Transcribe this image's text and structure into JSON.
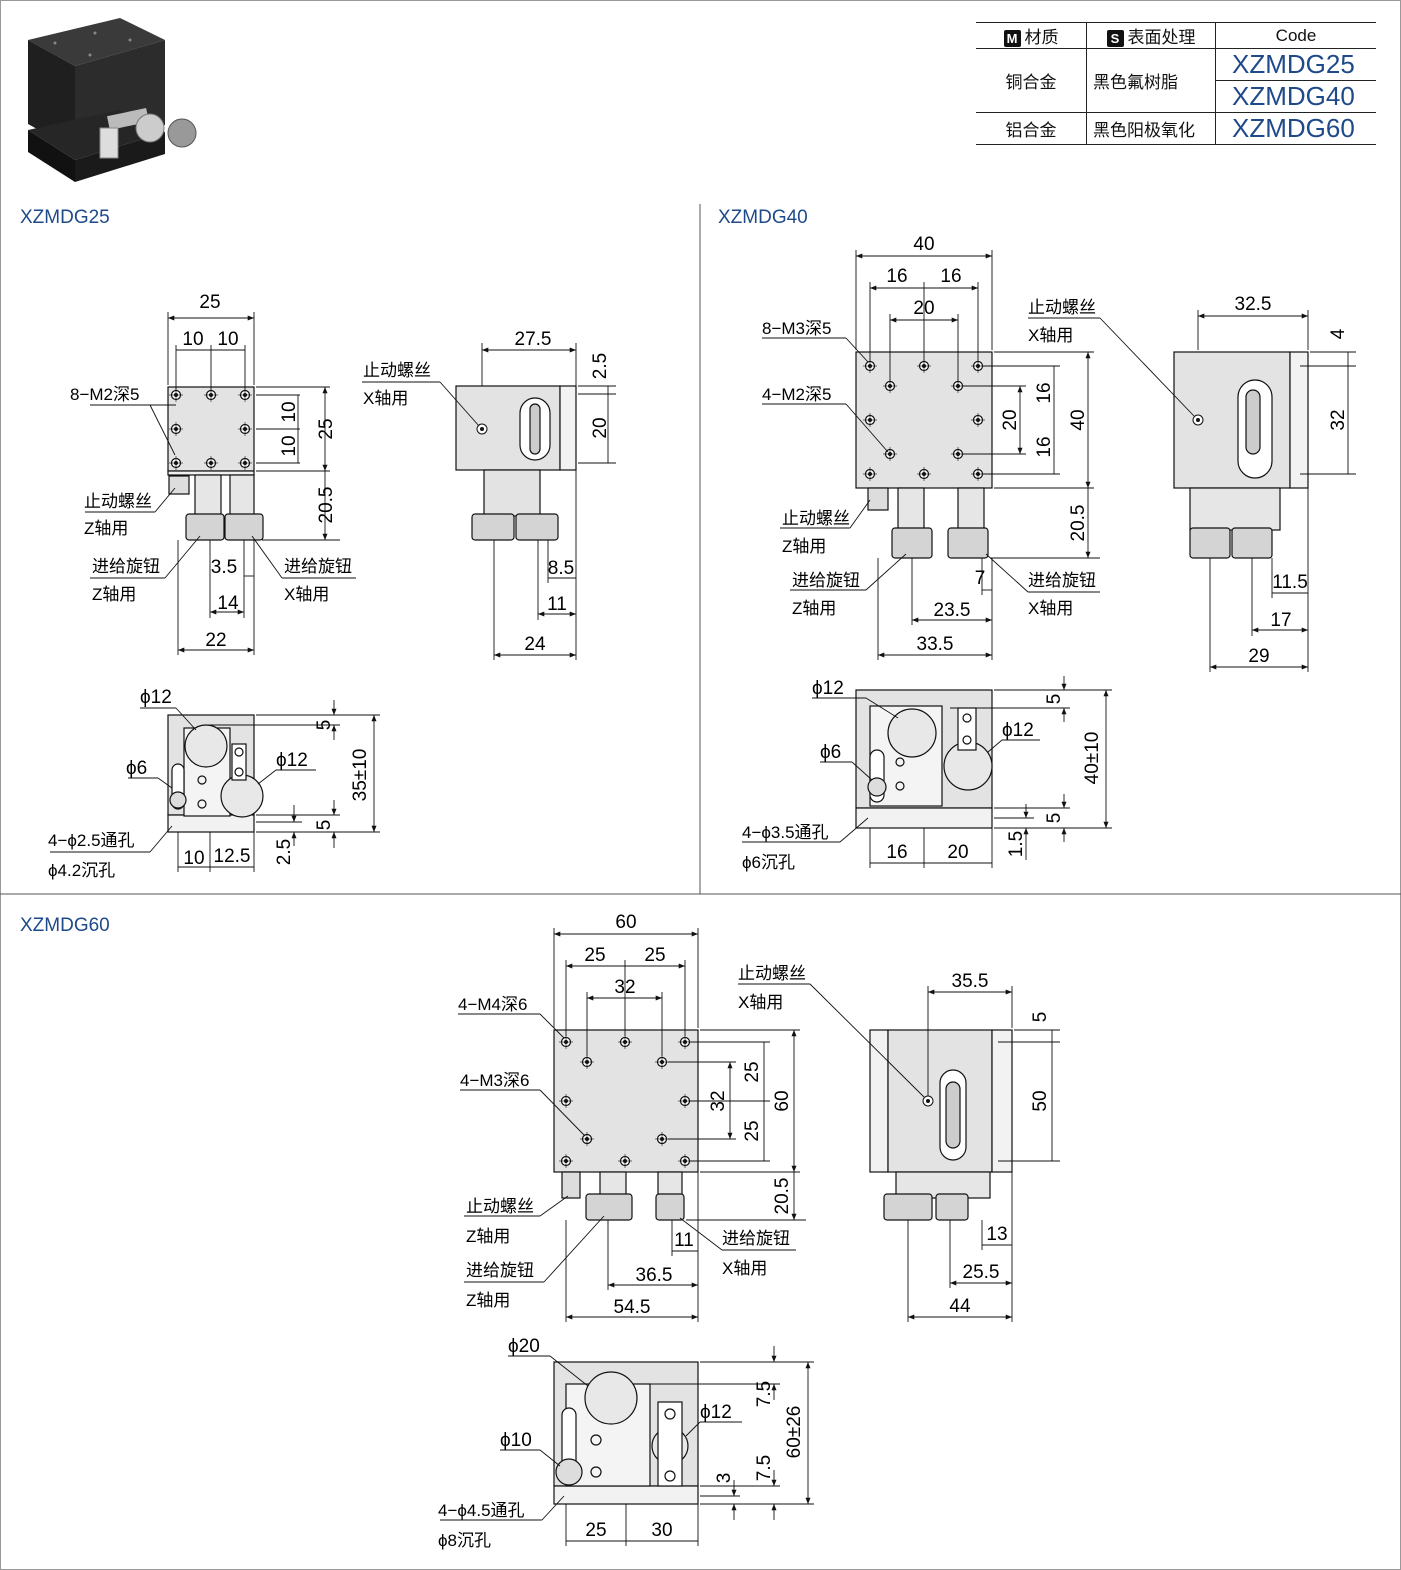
{
  "spec_table": {
    "headers": {
      "material_badge": "M",
      "material": "材质",
      "surface_badge": "S",
      "surface": "表面处理",
      "code": "Code"
    },
    "rows": [
      {
        "material": "铜合金",
        "surface": "黑色氟树脂",
        "codes": [
          "XZMDG25",
          "XZMDG40"
        ]
      },
      {
        "material": "铝合金",
        "surface": "黑色阳极氧化",
        "codes": [
          "XZMDG60"
        ]
      }
    ]
  },
  "sections": {
    "xzmdg25": {
      "title": "XZMDG25",
      "labels": {
        "holes": "8−M2深5",
        "stop_z_1": "止动螺丝",
        "stop_z_2": "Z轴用",
        "knob_z_1": "进给旋钮",
        "knob_z_2": "Z轴用",
        "knob_x_1": "进给旋钮",
        "knob_x_2": "X轴用",
        "stop_x_1": "止动螺丝",
        "stop_x_2": "X轴用",
        "base_holes_1": "4−ϕ2.5通孔",
        "base_holes_2": "ϕ4.2沉孔"
      },
      "dims": {
        "w": "25",
        "p1": "10",
        "p2": "10",
        "h": "25",
        "v1": "10",
        "v2": "10",
        "below": "20.5",
        "d35": "3.5",
        "d14": "14",
        "d22": "22",
        "side_w": "27.5",
        "side_t": "2.5",
        "side_h": "20",
        "d85": "8.5",
        "d11": "11",
        "d24": "24",
        "dia12a": "ϕ12",
        "dia6": "ϕ6",
        "dia12b": "ϕ12",
        "d5a": "5",
        "d5b": "5",
        "stroke": "35±10",
        "d10": "10",
        "d125": "12.5",
        "d25b": "2.5"
      }
    },
    "xzmdg40": {
      "title": "XZMDG40",
      "labels": {
        "holes_a": "8−M3深5",
        "holes_b": "4−M2深5",
        "stop_z_1": "止动螺丝",
        "stop_z_2": "Z轴用",
        "knob_z_1": "进给旋钮",
        "knob_z_2": "Z轴用",
        "knob_x_1": "进给旋钮",
        "knob_x_2": "X轴用",
        "stop_x_1": "止动螺丝",
        "stop_x_2": "X轴用",
        "base_holes_1": "4−ϕ3.5通孔",
        "base_holes_2": "ϕ6沉孔"
      },
      "dims": {
        "w": "40",
        "p16a": "16",
        "p16b": "16",
        "p20": "20",
        "v16a": "16",
        "v20": "20",
        "v16b": "16",
        "h": "40",
        "below": "20.5",
        "d7": "7",
        "d235": "23.5",
        "d335": "33.5",
        "side_w": "32.5",
        "side_t": "4",
        "side_h": "32",
        "d115": "11.5",
        "d17": "17",
        "d29": "29",
        "dia12a": "ϕ12",
        "dia6": "ϕ6",
        "dia12b": "ϕ12",
        "d5a": "5",
        "d5b": "5",
        "stroke": "40±10",
        "d16": "16",
        "d20b": "20",
        "d15": "1.5"
      }
    },
    "xzmdg60": {
      "title": "XZMDG60",
      "labels": {
        "holes_a": "4−M4深6",
        "holes_b": "4−M3深6",
        "stop_z_1": "止动螺丝",
        "stop_z_2": "Z轴用",
        "knob_z_1": "进给旋钮",
        "knob_z_2": "Z轴用",
        "knob_x_1": "进给旋钮",
        "knob_x_2": "X轴用",
        "stop_x_1": "止动螺丝",
        "stop_x_2": "X轴用",
        "base_holes_1": "4−ϕ4.5通孔",
        "base_holes_2": "ϕ8沉孔"
      },
      "dims": {
        "w": "60",
        "p25a": "25",
        "p25b": "25",
        "p32": "32",
        "v25a": "25",
        "v32": "32",
        "v25b": "25",
        "h": "60",
        "below": "20.5",
        "d11": "11",
        "d365": "36.5",
        "d545": "54.5",
        "side_w": "35.5",
        "side_t": "5",
        "side_h": "50",
        "d13": "13",
        "d255": "25.5",
        "d44": "44",
        "dia20": "ϕ20",
        "dia10": "ϕ10",
        "dia12": "ϕ12",
        "d75a": "7.5",
        "d75b": "7.5",
        "d3": "3",
        "stroke": "60±26",
        "d25": "25",
        "d30": "30"
      }
    }
  }
}
